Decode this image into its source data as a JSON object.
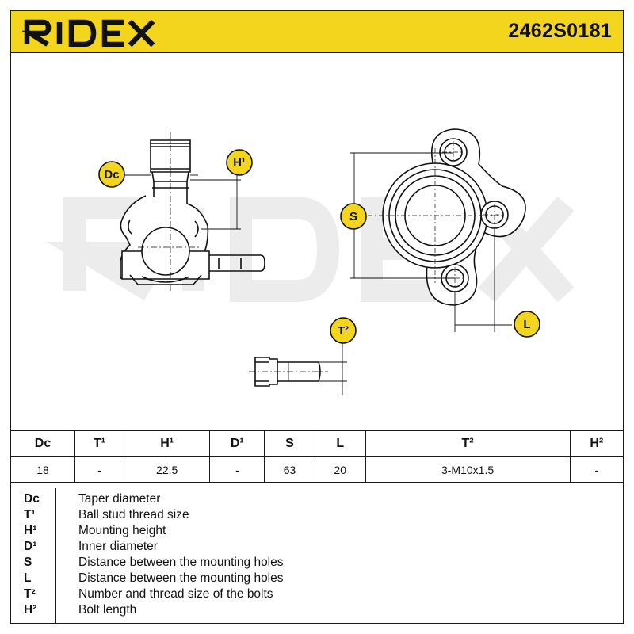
{
  "brand": {
    "name": "RIDEX",
    "color": "#f2d51c"
  },
  "part_number": "2462S0181",
  "drawing": {
    "watermark": "RIDEX",
    "callouts": {
      "dc": "Dc",
      "h1": "H¹",
      "s": "S",
      "l": "L",
      "t2": "T²"
    }
  },
  "specs": {
    "headers": [
      "Dc",
      "T¹",
      "H¹",
      "D¹",
      "S",
      "L",
      "T²",
      "H²"
    ],
    "values": [
      "18",
      "-",
      "22.5",
      "-",
      "63",
      "20",
      "3-M10x1.5",
      "-"
    ]
  },
  "legend": [
    {
      "code": "Dc",
      "desc": "Taper diameter"
    },
    {
      "code": "T¹",
      "desc": "Ball stud thread size"
    },
    {
      "code": "H¹",
      "desc": "Mounting height"
    },
    {
      "code": "D¹",
      "desc": "Inner diameter"
    },
    {
      "code": "S",
      "desc": "Distance between the mounting holes"
    },
    {
      "code": "L",
      "desc": "Distance between the mounting holes"
    },
    {
      "code": "T²",
      "desc": "Number and thread size of the bolts"
    },
    {
      "code": "H²",
      "desc": "Bolt length"
    }
  ]
}
